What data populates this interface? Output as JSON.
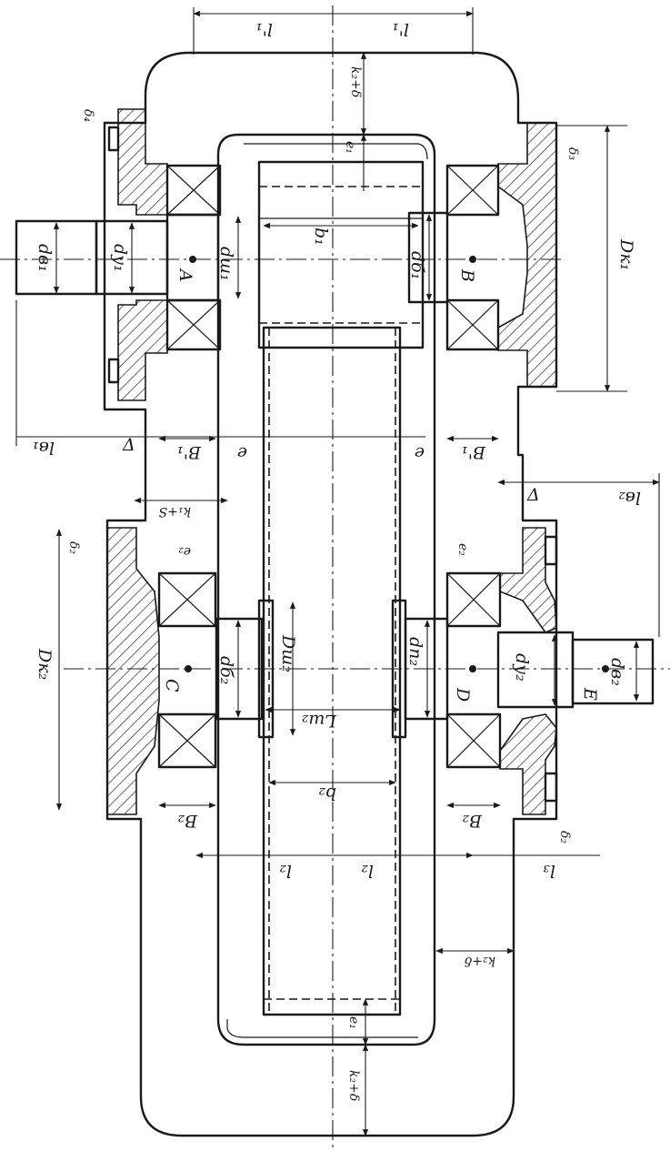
{
  "labels": {
    "l1_left": "l'₁",
    "l1_right": "l'₁",
    "k2_delta_top": "k₂+δ",
    "e1_top": "e₁",
    "delta4": "δ₄",
    "delta3": "δ₃",
    "b1": "b₁",
    "d_b1": "dв₁",
    "d_y1": "dу₁",
    "point_A": "A",
    "d_m1": "dш₁",
    "d_B1": "dб₁",
    "point_B": "B",
    "D_k1": "Dк₁",
    "l_b1": "lв₁",
    "delta_left": "Δ",
    "B1_left": "B'₁",
    "e_left": "e",
    "e_right": "e",
    "B1_right": "B'₁",
    "delta_right": "Δ",
    "l_b2": "lв₂",
    "k1_s": "k₁+S",
    "delta2": "δ₂",
    "e2_left": "e₂",
    "e2_right": "e₂",
    "D_k2": "Dк₂",
    "point_C": "C",
    "d_B2": "dб₂",
    "D_m2": "Dш₂",
    "d_n2": "dп₂",
    "point_D": "D",
    "d_y2": "dу₂",
    "point_E": "E",
    "d_b2": "dв₂",
    "L_m2": "Lш₂",
    "b2": "b₂",
    "B2_left": "B₂",
    "B2_right": "B₂",
    "delta2_b": "δ₂",
    "l2_left": "l₂",
    "l2_right": "l₂",
    "l3": "l₃",
    "k2_delta_mid": "k₂+δ",
    "e1_bottom": "e₁",
    "k2_delta_bottom": "k₂+δ"
  }
}
